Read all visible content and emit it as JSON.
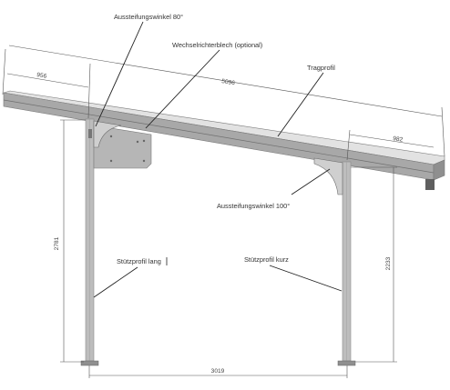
{
  "labels": {
    "brace_80": "Aussteifungswinkel 80°",
    "inverter_plate": "Wechselrichterblech (optional)",
    "carrier_profile": "Tragprofil",
    "brace_100": "Aussteifungswinkel 100°",
    "post_long": "Stützprofil lang",
    "post_short": "Stützprofil kurz"
  },
  "dimensions": {
    "front_overhang": "956",
    "beam_length": "5096",
    "rear_overhang": "982",
    "post_long_height": "2781",
    "post_short_height": "2233",
    "post_spacing": "3019"
  },
  "colors": {
    "beam_top": "#e2e2e2",
    "beam_side": "#a9a9a9",
    "post": "#bdbdbd",
    "post_edge": "#8a8a8a",
    "plate": "#b8b8b8",
    "line": "#555555"
  }
}
